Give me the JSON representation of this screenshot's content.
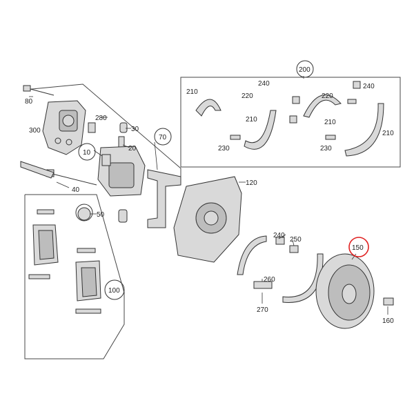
{
  "diagram": {
    "callouts": [
      {
        "id": "c80",
        "label": "80"
      },
      {
        "id": "c300",
        "label": "300"
      },
      {
        "id": "c280",
        "label": "280"
      },
      {
        "id": "c30",
        "label": "30"
      },
      {
        "id": "c20",
        "label": "20"
      },
      {
        "id": "c10",
        "label": "10"
      },
      {
        "id": "c70",
        "label": "70"
      },
      {
        "id": "c40",
        "label": "40"
      },
      {
        "id": "c50",
        "label": "50"
      },
      {
        "id": "c100",
        "label": "100"
      },
      {
        "id": "c120",
        "label": "120"
      },
      {
        "id": "c200",
        "label": "200"
      },
      {
        "id": "c210a",
        "label": "210"
      },
      {
        "id": "c240a",
        "label": "240"
      },
      {
        "id": "c220a",
        "label": "220"
      },
      {
        "id": "c210b",
        "label": "210"
      },
      {
        "id": "c230a",
        "label": "230"
      },
      {
        "id": "c240b",
        "label": "240"
      },
      {
        "id": "c220b",
        "label": "220"
      },
      {
        "id": "c210c",
        "label": "210"
      },
      {
        "id": "c230b",
        "label": "230"
      },
      {
        "id": "c210d",
        "label": "210"
      },
      {
        "id": "c240c",
        "label": "240"
      },
      {
        "id": "c250",
        "label": "250"
      },
      {
        "id": "c260",
        "label": "260"
      },
      {
        "id": "c270",
        "label": "270"
      },
      {
        "id": "c150",
        "label": "150"
      },
      {
        "id": "c160",
        "label": "160"
      }
    ],
    "highlight_color": "#e02020"
  }
}
